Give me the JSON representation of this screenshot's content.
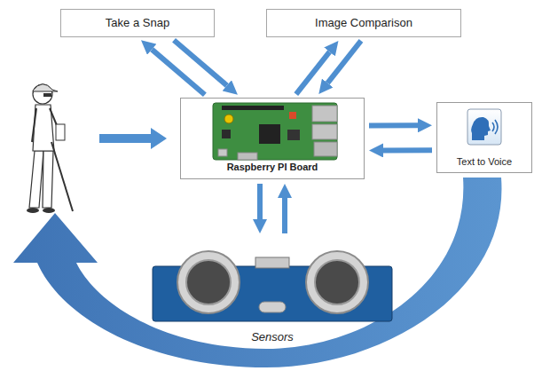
{
  "diagram": {
    "nodes": [
      {
        "text": [
          "Take a Snap"
        ]
      },
      {
        "text": [
          "Image Comparison"
        ]
      },
      {
        "text": [
          "Raspberry PI Board"
        ]
      },
      {
        "text": [
          "Text to Voice"
        ]
      },
      {
        "text": [
          "Sensors"
        ]
      }
    ],
    "edges": [
      {
        "from": 2,
        "to": 0,
        "arrow": "to"
      },
      {
        "from": 0,
        "to": 2,
        "arrow": "to"
      },
      {
        "from": 2,
        "to": 1,
        "arrow": "to"
      },
      {
        "from": 1,
        "to": 2,
        "arrow": "to"
      },
      {
        "from": 2,
        "to": 3,
        "arrow": "to"
      },
      {
        "from": 3,
        "to": 2,
        "arrow": "to"
      },
      {
        "from": 2,
        "to": 4,
        "arrow": "to"
      },
      {
        "from": 4,
        "to": 2,
        "arrow": "to"
      }
    ]
  }
}
